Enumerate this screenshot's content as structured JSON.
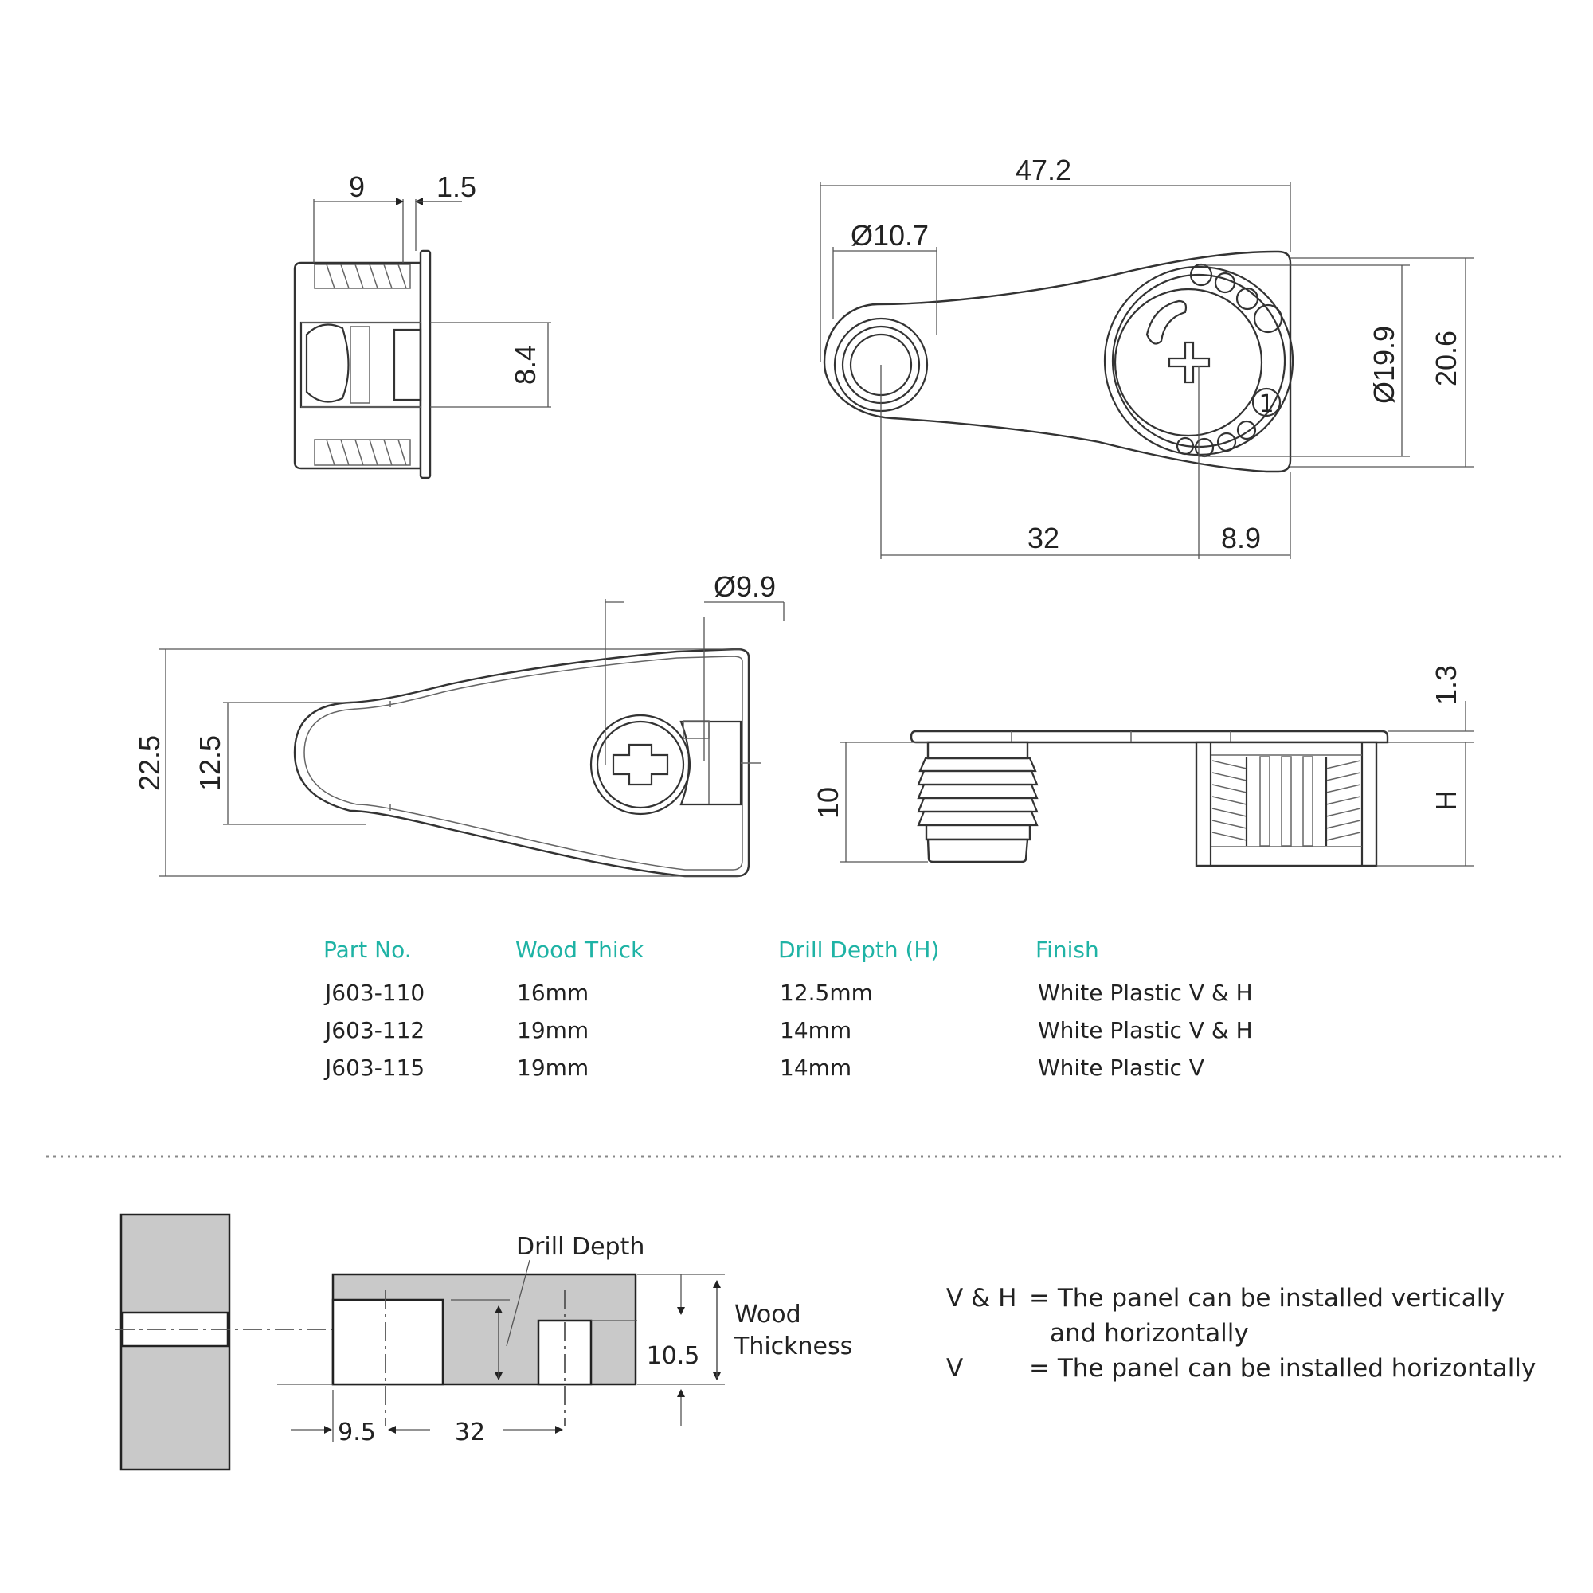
{
  "dimensions": {
    "d_9": "9",
    "d_1_5": "1.5",
    "d_8_4": "8.4",
    "d_47_2": "47.2",
    "d_phi_10_7": "Ø10.7",
    "d_phi_19_9": "Ø19.9",
    "d_20_6": "20.6",
    "d_32_top": "32",
    "d_8_9": "8.9",
    "d_phi_9_9": "Ø9.9",
    "d_22_5": "22.5",
    "d_12_5": "12.5",
    "d_1_3": "1.3",
    "d_10": "10",
    "d_H": "H",
    "d_9_5": "9.5",
    "d_32_bottom": "32",
    "d_10_5": "10.5"
  },
  "table": {
    "headers": [
      "Part No.",
      "Wood Thick",
      "Drill Depth (H)",
      "Finish"
    ],
    "rows": [
      [
        "J603-110",
        "16mm",
        "12.5mm",
        "White Plastic V & H"
      ],
      [
        "J603-112",
        "19mm",
        "14mm",
        "White Plastic V & H"
      ],
      [
        "J603-115",
        "19mm",
        "14mm",
        "White Plastic V"
      ]
    ],
    "header_color": "#1fb3a5"
  },
  "install": {
    "drill_depth_label": "Drill Depth",
    "wood_label_line1": "Wood",
    "wood_label_line2": "Thickness"
  },
  "legend": {
    "vh_key": "V & H",
    "vh_text_line1": "= The panel can be installed vertically",
    "vh_text_line2": "and horizontally",
    "v_key": "V",
    "v_text": "= The panel can be installed horizontally"
  }
}
